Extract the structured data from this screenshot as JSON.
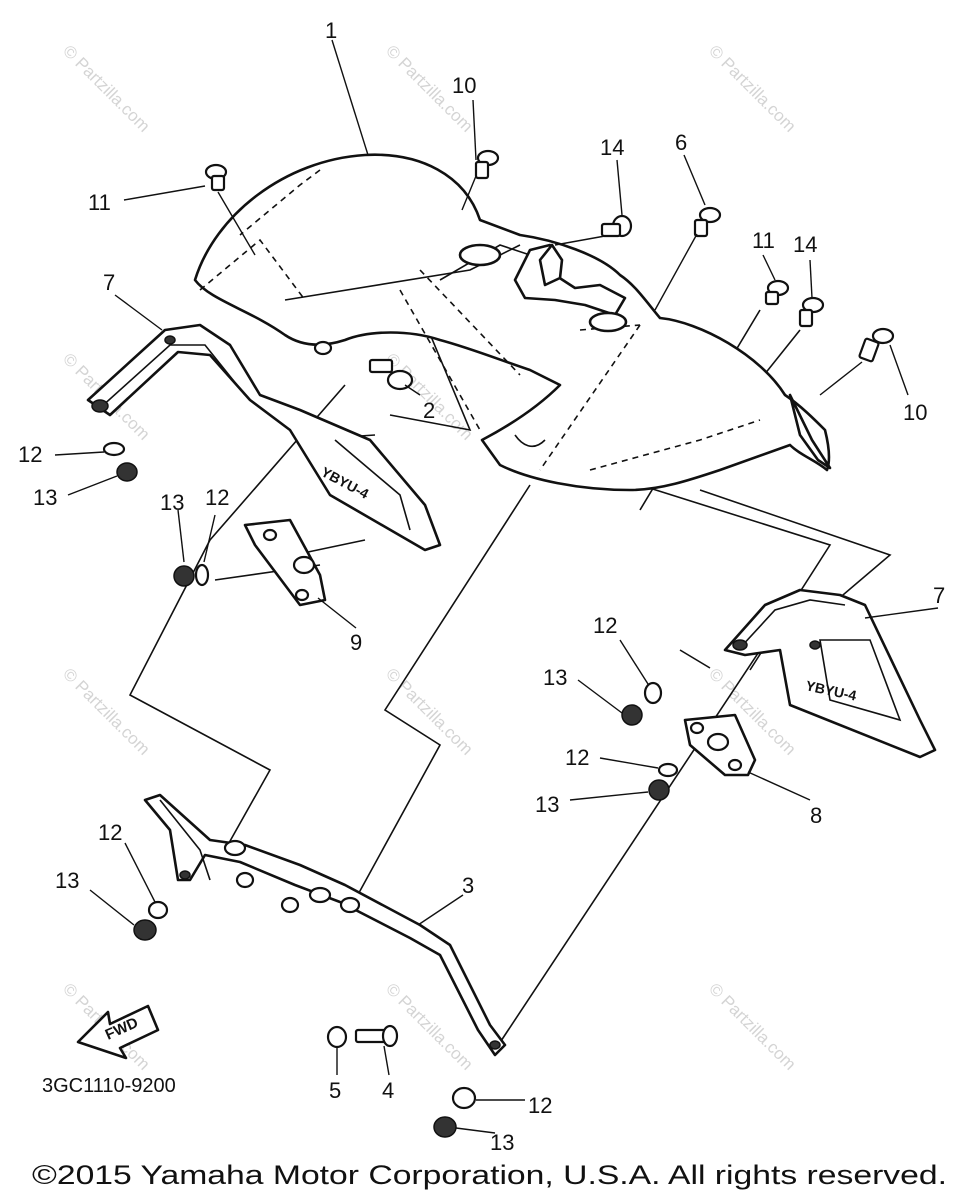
{
  "watermark": "© Partzilla.com",
  "callouts": [
    "1",
    "2",
    "3",
    "4",
    "5",
    "6",
    "7",
    "8",
    "9",
    "10",
    "11",
    "12",
    "13",
    "14"
  ],
  "labels": {
    "emboss_left": "YBYU-4",
    "emboss_right": "YBYU-4",
    "fwd": "FWD",
    "diagram_code": "3GC1110-9200"
  },
  "footer": {
    "copyright": "©2015  Yamaha Motor Corporation, U.S.A. All rights reserved."
  }
}
